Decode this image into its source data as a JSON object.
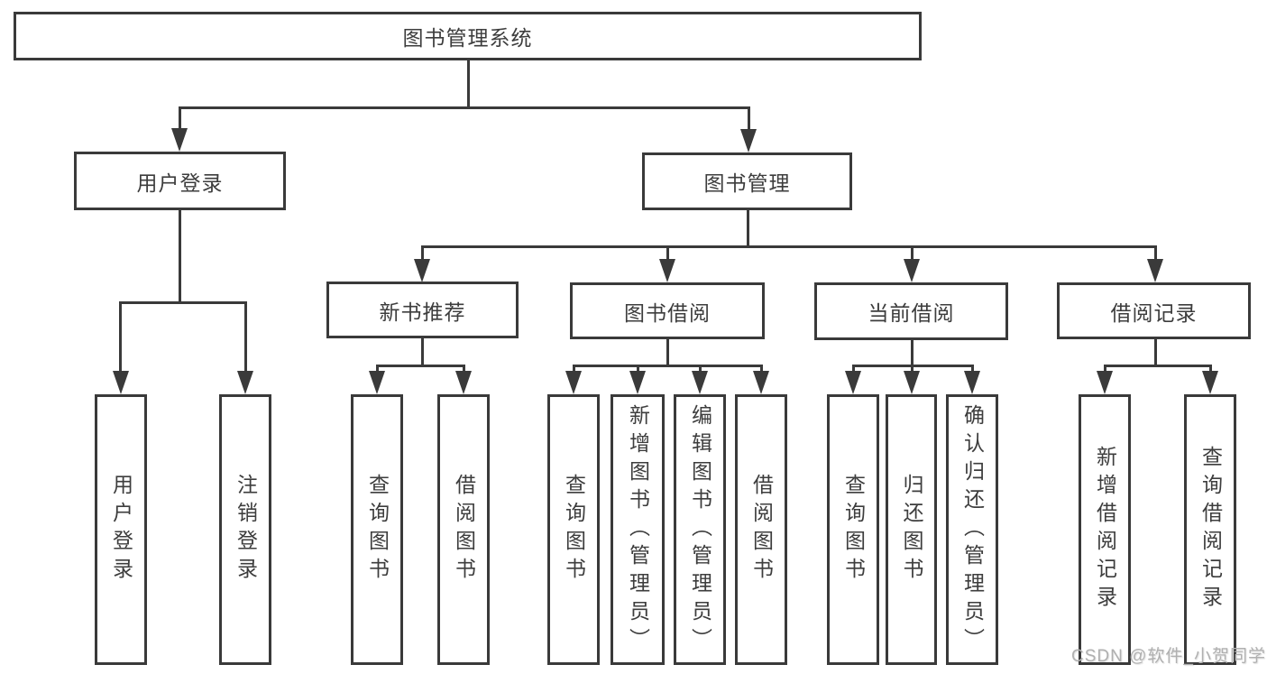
{
  "root": "图书管理系统",
  "branches": [
    {
      "label": "用户登录",
      "children": [
        "用户登录",
        "注销登录"
      ]
    },
    {
      "label": "图书管理",
      "children": [
        {
          "label": "新书推荐",
          "children": [
            "查询图书",
            "借阅图书"
          ]
        },
        {
          "label": "图书借阅",
          "children": [
            "查询图书",
            "新增图书（管理员）",
            "编辑图书（管理员）",
            "借阅图书"
          ]
        },
        {
          "label": "当前借阅",
          "children": [
            "查询图书",
            "归还图书",
            "确认归还（管理员）"
          ]
        },
        {
          "label": "借阅记录",
          "children": [
            "新增借阅记录",
            "查询借阅记录"
          ]
        }
      ]
    }
  ],
  "watermark": "CSDN @软件_小贺同学",
  "colors": {
    "line": "#3a3a3a",
    "text": "#3d3d3d",
    "background": "#ffffff",
    "watermark": "#b0b0b0"
  }
}
